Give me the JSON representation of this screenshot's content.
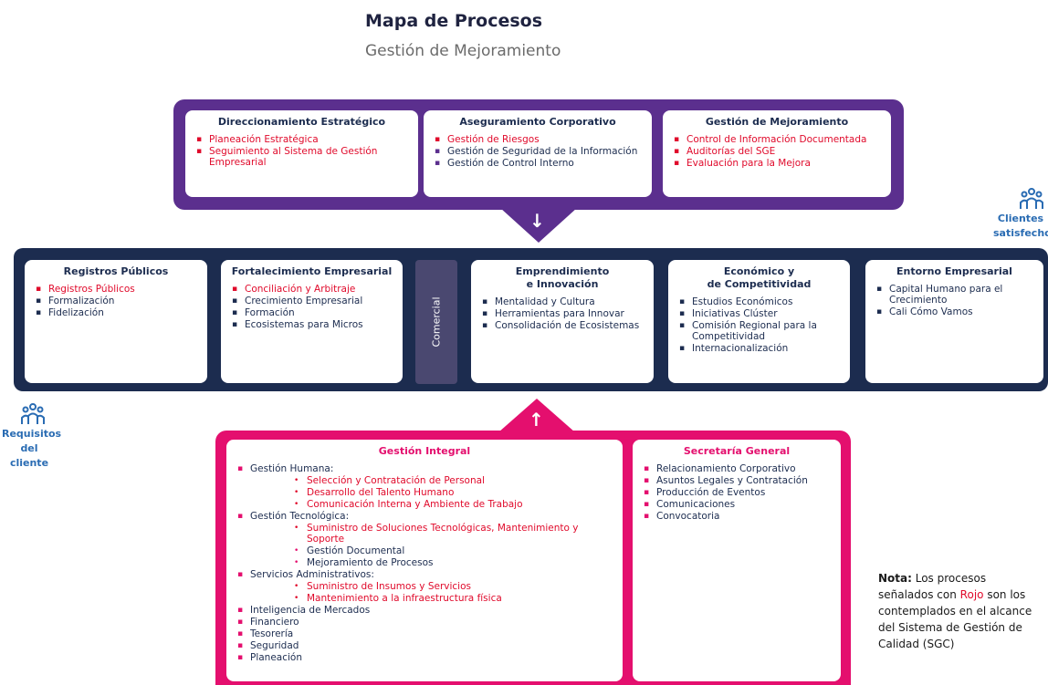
{
  "title": "Mapa de Procesos",
  "subtitle": "Gestión de Mejoramiento",
  "strategic": [
    {
      "title": "Direccionamiento Estratégico",
      "items": [
        {
          "text": "Planeación Estratégica",
          "red": true
        },
        {
          "text": "Seguimiento al Sistema de Gestión Empresarial",
          "red": true
        }
      ]
    },
    {
      "title": "Aseguramiento Corporativo",
      "items": [
        {
          "text": "Gestión de Riesgos",
          "red": true
        },
        {
          "text": "Gestión de Seguridad de la Información",
          "red": false
        },
        {
          "text": "Gestión de Control Interno",
          "red": false
        }
      ]
    },
    {
      "title": "Gestión de Mejoramiento",
      "items": [
        {
          "text": "Control de Información Documentada",
          "red": true
        },
        {
          "text": "Auditorías del SGE",
          "red": true
        },
        {
          "text": "Evaluación para la Mejora",
          "red": true
        }
      ]
    }
  ],
  "mission": [
    {
      "title": "Registros Públicos",
      "items": [
        {
          "text": "Registros Públicos",
          "red": true
        },
        {
          "text": "Formalización",
          "red": false
        },
        {
          "text": "Fidelización",
          "red": false
        }
      ]
    },
    {
      "title": "Fortalecimiento Empresarial",
      "items": [
        {
          "text": "Conciliación y Arbitraje",
          "red": true
        },
        {
          "text": "Crecimiento Empresarial",
          "red": false
        },
        {
          "text": "Formación",
          "red": false
        },
        {
          "text": "Ecosistemas para Micros",
          "red": false
        }
      ]
    },
    {
      "title": "Emprendimiento\ne Innovación",
      "items": [
        {
          "text": "Mentalidad y Cultura",
          "red": false
        },
        {
          "text": "Herramientas para Innovar",
          "red": false
        },
        {
          "text": "Consolidación de Ecosistemas",
          "red": false
        }
      ]
    },
    {
      "title": "Económico y\nde Competitividad",
      "items": [
        {
          "text": "Estudios Económicos",
          "red": false
        },
        {
          "text": "Iniciativas Clúster",
          "red": false
        },
        {
          "text": "Comisión Regional para la Competitividad",
          "red": false
        },
        {
          "text": "Internacionalización",
          "red": false
        }
      ]
    },
    {
      "title": "Entorno Empresarial",
      "items": [
        {
          "text": "Capital Humano para el Crecimiento",
          "red": false
        },
        {
          "text": "Cali Cómo Vamos",
          "red": false
        }
      ]
    }
  ],
  "comercial": "Comercial",
  "support": [
    {
      "title": "Gestión Integral",
      "items": [
        {
          "text": "Gestión Humana:",
          "red": false,
          "sub": false
        },
        {
          "text": "Selección y Contratación de Personal",
          "red": true,
          "sub": true
        },
        {
          "text": "Desarrollo del Talento Humano",
          "red": true,
          "sub": true
        },
        {
          "text": "Comunicación Interna y Ambiente de Trabajo",
          "red": true,
          "sub": true
        },
        {
          "text": "Gestión Tecnológica:",
          "red": false,
          "sub": false
        },
        {
          "text": "Suministro de Soluciones Tecnológicas, Mantenimiento y Soporte",
          "red": true,
          "sub": true
        },
        {
          "text": "Gestión Documental",
          "red": false,
          "sub": true
        },
        {
          "text": "Mejoramiento de Procesos",
          "red": false,
          "sub": true
        },
        {
          "text": "Servicios Administrativos:",
          "red": false,
          "sub": false
        },
        {
          "text": "Suministro de Insumos y Servicios",
          "red": true,
          "sub": true
        },
        {
          "text": "Mantenimiento a la infraestructura física",
          "red": true,
          "sub": true
        },
        {
          "text": "Inteligencia de Mercados",
          "red": false,
          "sub": false
        },
        {
          "text": "Financiero",
          "red": false,
          "sub": false
        },
        {
          "text": "Tesorería",
          "red": false,
          "sub": false
        },
        {
          "text": "Seguridad",
          "red": false,
          "sub": false
        },
        {
          "text": "Planeación",
          "red": false,
          "sub": false
        }
      ]
    },
    {
      "title": "Secretaría General",
      "items": [
        {
          "text": "Relacionamiento Corporativo",
          "red": false,
          "sub": false
        },
        {
          "text": "Asuntos Legales y Contratación",
          "red": false,
          "sub": false
        },
        {
          "text": "Producción de Eventos",
          "red": false,
          "sub": false
        },
        {
          "text": "Comunicaciones",
          "red": false,
          "sub": false
        },
        {
          "text": "Convocatoria",
          "red": false,
          "sub": false
        }
      ]
    }
  ],
  "clientes_label": "Clientes satisfechos",
  "requisitos_label": "Requisitos del cliente",
  "note": {
    "bold": "Nota:",
    "part1": " Los procesos señalados con ",
    "red_word": "Rojo",
    "part2": " son los contemplados en el alcance del Sistema de Gestión de Calidad (SGC)"
  },
  "icons": {
    "people": "people-group-icon",
    "arrow_down": "arrow-down-icon",
    "arrow_up": "arrow-up-icon"
  },
  "colors": {
    "purple": "#5b2f8e",
    "navy": "#1c2c4f",
    "pink": "#e40f6e",
    "red_text": "#e00a2b",
    "label_blue": "#2a6cb3"
  }
}
